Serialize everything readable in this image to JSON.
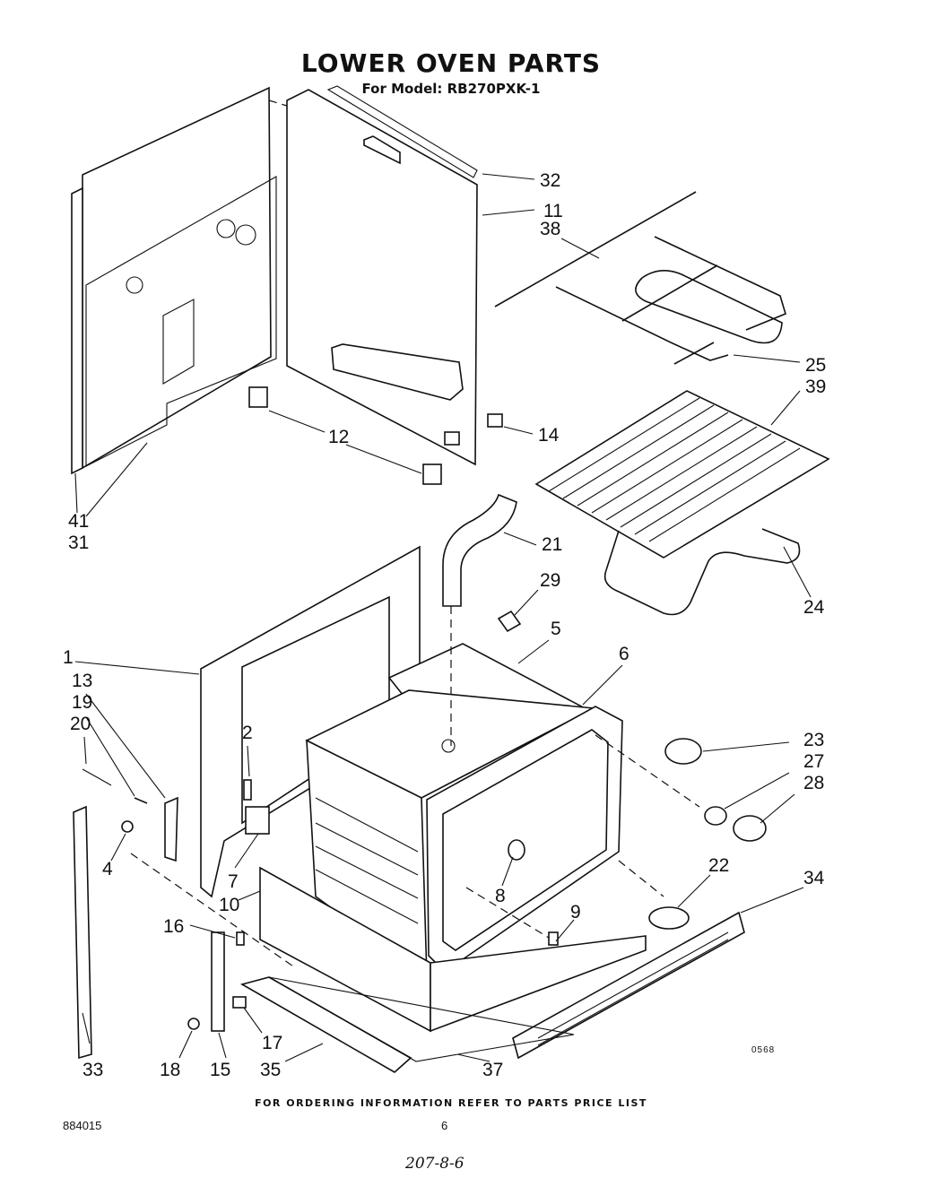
{
  "header": {
    "title": "LOWER OVEN PARTS",
    "subtitle": "For Model: RB270PXK-1"
  },
  "footer": {
    "ordering_note": "FOR ORDERING INFORMATION REFER TO PARTS PRICE LIST",
    "doc_number": "884015",
    "page_number": "6",
    "image_code": "0568",
    "handwritten_note": "207-8-6"
  },
  "callouts": [
    "32",
    "11",
    "38",
    "25",
    "39",
    "14",
    "12",
    "41",
    "31",
    "21",
    "29",
    "24",
    "1",
    "13",
    "19",
    "20",
    "2",
    "5",
    "6",
    "23",
    "27",
    "28",
    "4",
    "7",
    "10",
    "8",
    "22",
    "34",
    "16",
    "9",
    "33",
    "18",
    "15",
    "17",
    "35",
    "37"
  ]
}
